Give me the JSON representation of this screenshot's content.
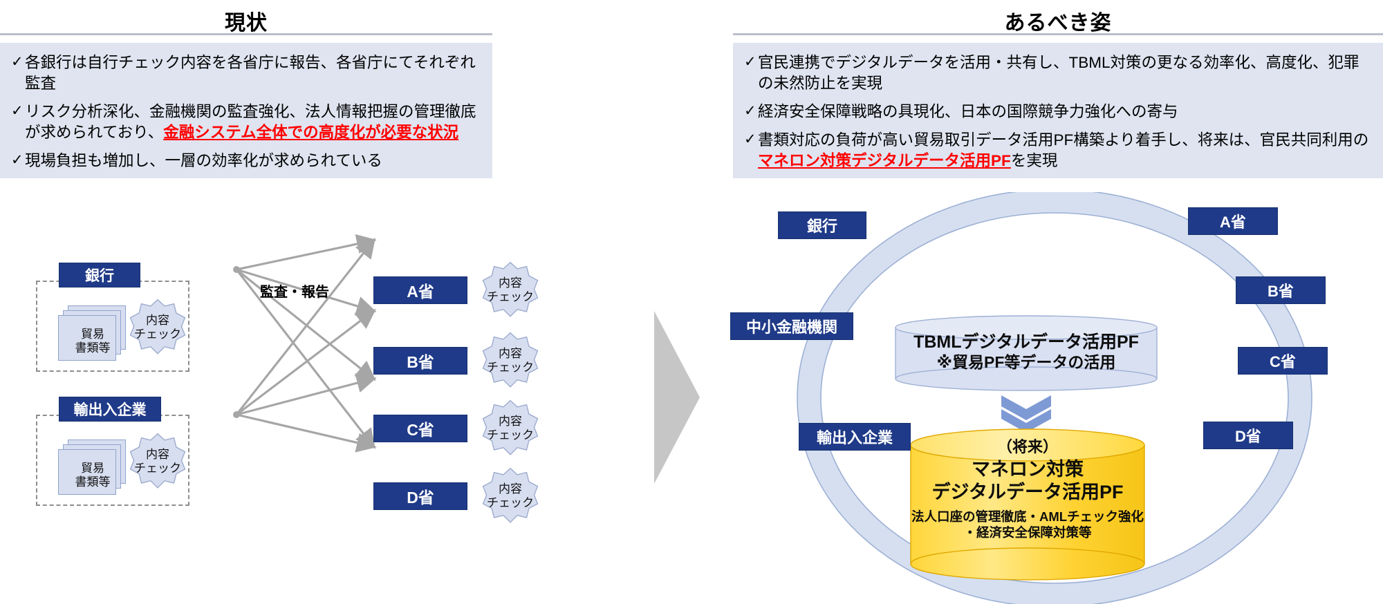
{
  "left_panel": {
    "title": "現状",
    "bullets": [
      {
        "check": "✓",
        "segments": [
          {
            "text": "各銀行は自行チェック内容を各省庁に報告、各省庁にてそれぞれ監査",
            "style": "normal"
          }
        ]
      },
      {
        "check": "✓",
        "segments": [
          {
            "text": "リスク分析深化、金融機関の監査強化、法人情報把握の管理徹底が求められており、",
            "style": "normal"
          },
          {
            "text": "金融システム全体での高度化が必要な状況",
            "style": "highlight"
          }
        ]
      },
      {
        "check": "✓",
        "segments": [
          {
            "text": "現場負担も増加し、一層の効率化が求められている",
            "style": "normal"
          }
        ]
      }
    ],
    "diagram": {
      "group_bank": "銀行",
      "group_company": "輸出入企業",
      "documents_label": "貿易\n書類等",
      "check_label": "内容\nチェック",
      "flow_label": "監査・報告",
      "ministries": [
        "A省",
        "B省",
        "C省",
        "D省"
      ],
      "ministry_checks": [
        "内容\nチェック",
        "内容\nチェック",
        "内容\nチェック",
        "内容\nチェック"
      ]
    }
  },
  "right_panel": {
    "title": "あるべき姿",
    "bullets": [
      {
        "check": "✓",
        "segments": [
          {
            "text": "官民連携でデジタルデータを活用・共有し、TBML対策の更なる効率化、高度化、犯罪の未然防止を実現",
            "style": "normal"
          }
        ]
      },
      {
        "check": "✓",
        "segments": [
          {
            "text": "経済安全保障戦略の具現化、日本の国際競争力強化への寄与",
            "style": "normal"
          }
        ]
      },
      {
        "check": "✓",
        "segments": [
          {
            "text": "書類対応の負荷が高い貿易取引データ活用PF構築より着手し、将来は、官民共同利用の",
            "style": "normal"
          },
          {
            "text": "マネロン対策デジタルデータ活用PF",
            "style": "highlight"
          },
          {
            "text": "を実現",
            "style": "normal"
          }
        ]
      }
    ],
    "diagram": {
      "ring_labels_left": [
        "銀行",
        "中小金融機関",
        "輸出入企業"
      ],
      "ring_labels_right": [
        "A省",
        "B省",
        "C省",
        "D省"
      ],
      "top_cylinder": {
        "line1": "TBMLデジタルデータ活用PF",
        "line2": "※貿易PF等データの活用"
      },
      "bottom_cylinder": {
        "note": "（将来）",
        "main_line1": "マネロン対策",
        "main_line2": "デジタルデータ活用PF",
        "sub_line1": "法人口座の管理徹底・AMLチェック強化",
        "sub_line2": "・経済安全保障対策等"
      }
    }
  },
  "center": {
    "transition_arrow": "right-arrow"
  },
  "colors": {
    "dark_blue": "#1f3a88",
    "panel_bg": "#dfe4f0",
    "highlight_red": "#ff0000",
    "ring_blue": "#d5dff0",
    "cylinder_blue": "#d9e0f2",
    "cylinder_yellow": "#ffd83d",
    "arrow_gray": "#c6c6c6",
    "line_gray": "#a6a6a6",
    "rule_gray": "#b9bec9"
  }
}
